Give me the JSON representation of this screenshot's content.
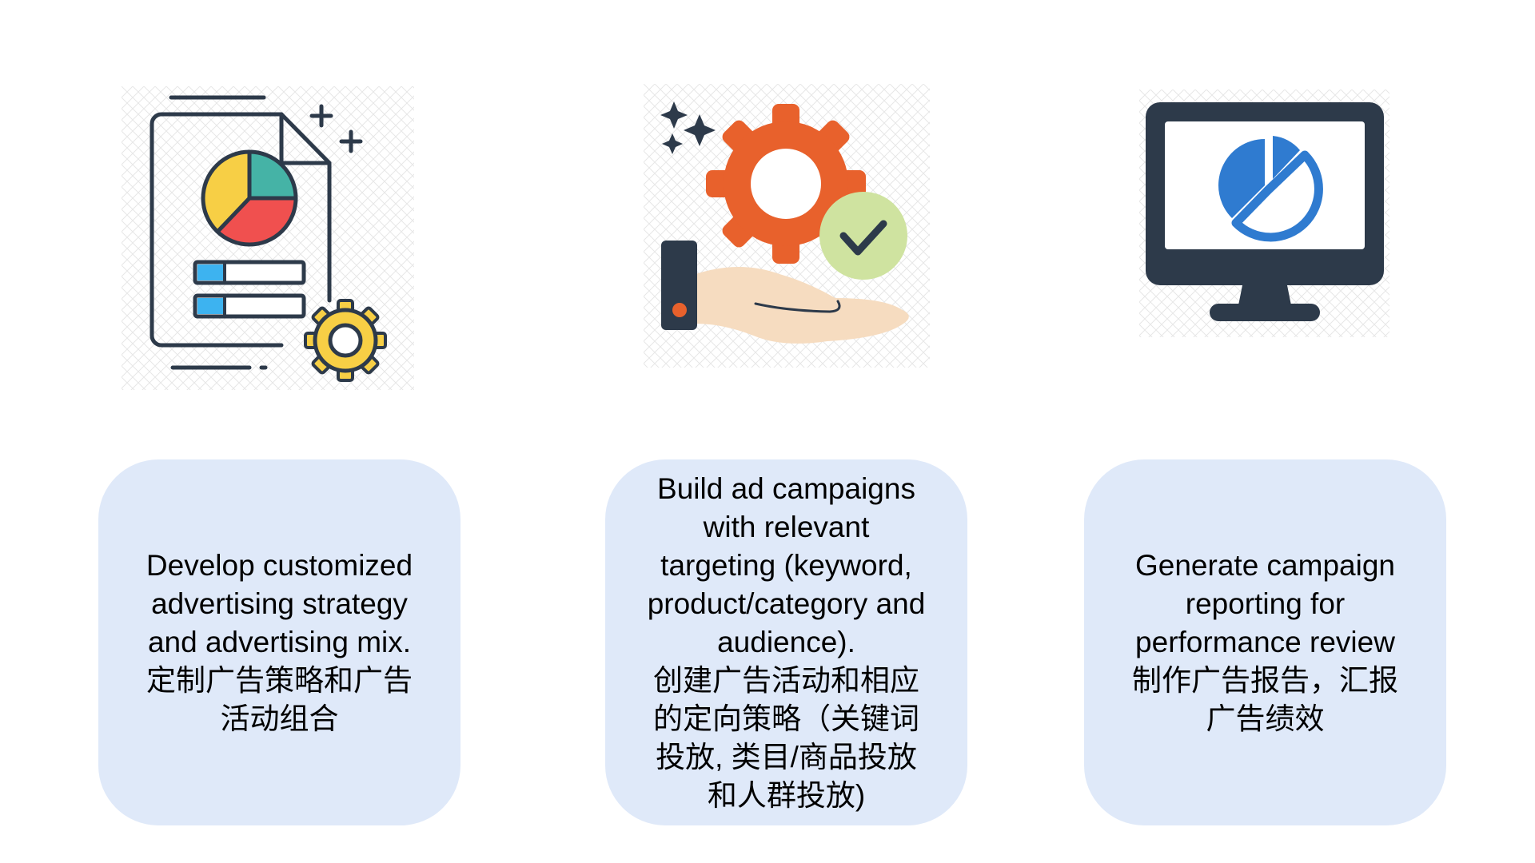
{
  "colors": {
    "card_bg": "#dfe9f9",
    "dark": "#2d3a4a",
    "gear_orange": "#e8612c",
    "check_green": "#cfe3a0",
    "pie_blue": "#2f7bd0",
    "pie_yellow": "#f7cf45",
    "pie_teal": "#45b3a6",
    "pie_red": "#f0504f",
    "bar_blue": "#3db3f0",
    "gear_yellow": "#f7cf45"
  },
  "icons": [
    {
      "name": "report-document-icon"
    },
    {
      "name": "gear-hand-check-icon"
    },
    {
      "name": "monitor-pie-chart-icon"
    }
  ],
  "cards": [
    {
      "lines": [
        "Develop customized",
        "advertising strategy",
        "and advertising mix.",
        "定制广告策略和广告",
        "活动组合"
      ]
    },
    {
      "lines": [
        "Build ad campaigns",
        "with relevant",
        "targeting (keyword,",
        "product/category and",
        "audience).",
        "创建广告活动和相应",
        "的定向策略（关键词",
        "投放, 类目/商品投放",
        "和人群投放)"
      ]
    },
    {
      "lines": [
        "Generate campaign",
        "reporting for",
        "performance review",
        "制作广告报告，汇报",
        "广告绩效"
      ]
    }
  ]
}
